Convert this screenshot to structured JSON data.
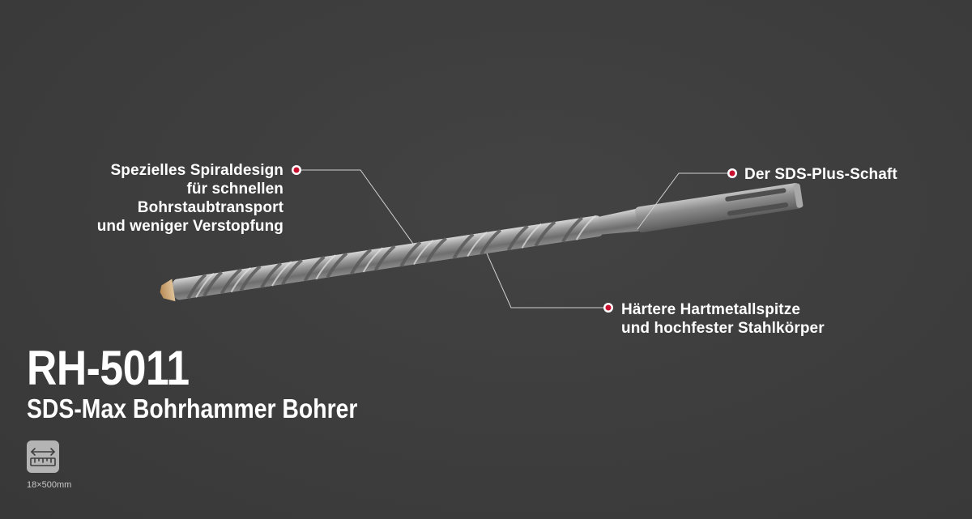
{
  "product": {
    "model": "RH-5011",
    "name": "SDS-Max Bohrhammer Bohrer",
    "size_label": "18×500mm"
  },
  "callouts": {
    "spiral": {
      "lines": [
        "Spezielles Spiraldesign",
        "für schnellen",
        "Bohrstaubtransport",
        "und weniger Verstopfung"
      ]
    },
    "shank": {
      "lines": [
        "Der SDS-Plus-Schaft"
      ]
    },
    "tip": {
      "lines": [
        "Härtere Hartmetallspitze",
        "und hochfester Stahlkörper"
      ]
    }
  },
  "icons": {
    "size": "ruler-measure-icon"
  },
  "colors": {
    "background": "#3d3d3d",
    "text": "#ffffff",
    "callout_dot": "#c8102e",
    "leader_line": "#d0d0d0"
  }
}
